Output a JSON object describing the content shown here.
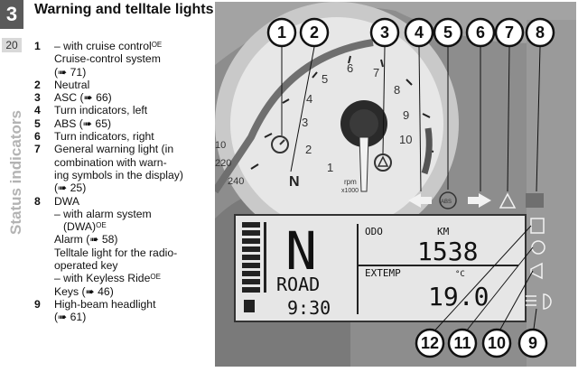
{
  "sidebar": {
    "chapter": "3",
    "page": "20",
    "section": "Status indicators"
  },
  "heading": "Warning and telltale lights",
  "items": [
    {
      "num": "1",
      "lines": [
        "– with cruise control",
        "Cruise-control system",
        "(➠ 71)"
      ],
      "sup": "OE"
    },
    {
      "num": "2",
      "lines": [
        "Neutral"
      ]
    },
    {
      "num": "3",
      "lines": [
        "ASC  (➠ 66)"
      ]
    },
    {
      "num": "4",
      "lines": [
        "Turn indicators, left"
      ]
    },
    {
      "num": "5",
      "lines": [
        "ABS  (➠ 65)"
      ]
    },
    {
      "num": "6",
      "lines": [
        "Turn indicators, right"
      ]
    },
    {
      "num": "7",
      "lines": [
        "General warning light (in",
        "combination with warn-",
        "ing symbols in the display)",
        "(➠ 25)"
      ]
    },
    {
      "num": "8",
      "lines": [
        "DWA",
        "– with alarm system",
        "(DWA)",
        "Alarm  (➠ 58)",
        "Telltale light for the radio-",
        "operated key",
        "– with Keyless Ride",
        "Keys  (➠ 46)"
      ]
    },
    {
      "num": "9",
      "lines": [
        "High-beam headlight",
        "(➠ 61)"
      ]
    }
  ],
  "callouts": [
    "1",
    "2",
    "3",
    "4",
    "5",
    "6",
    "7",
    "8",
    "9",
    "10",
    "11",
    "12"
  ],
  "gauge": {
    "ticks": [
      "1",
      "2",
      "3",
      "4",
      "5",
      "6",
      "7",
      "8",
      "9",
      "10"
    ],
    "speed": [
      "10",
      "220",
      "240"
    ],
    "rpm_unit": "rpm",
    "rpm_mult": "x1000",
    "neutral": "N"
  },
  "lcd": {
    "gear": "N",
    "mode": "ROAD",
    "time": "9:30",
    "odo_label": "ODO",
    "odo_unit": "KM",
    "odo_value": "1538",
    "temp_label": "EXTEMP",
    "temp_unit": "°C",
    "temp_value": "19.0"
  },
  "telltales": {
    "abs": "ABS"
  },
  "colors": {
    "illustration_bg": "#8d8d8d",
    "lcd_bg": "#e6e6e6",
    "callout_fill": "#ffffff"
  }
}
